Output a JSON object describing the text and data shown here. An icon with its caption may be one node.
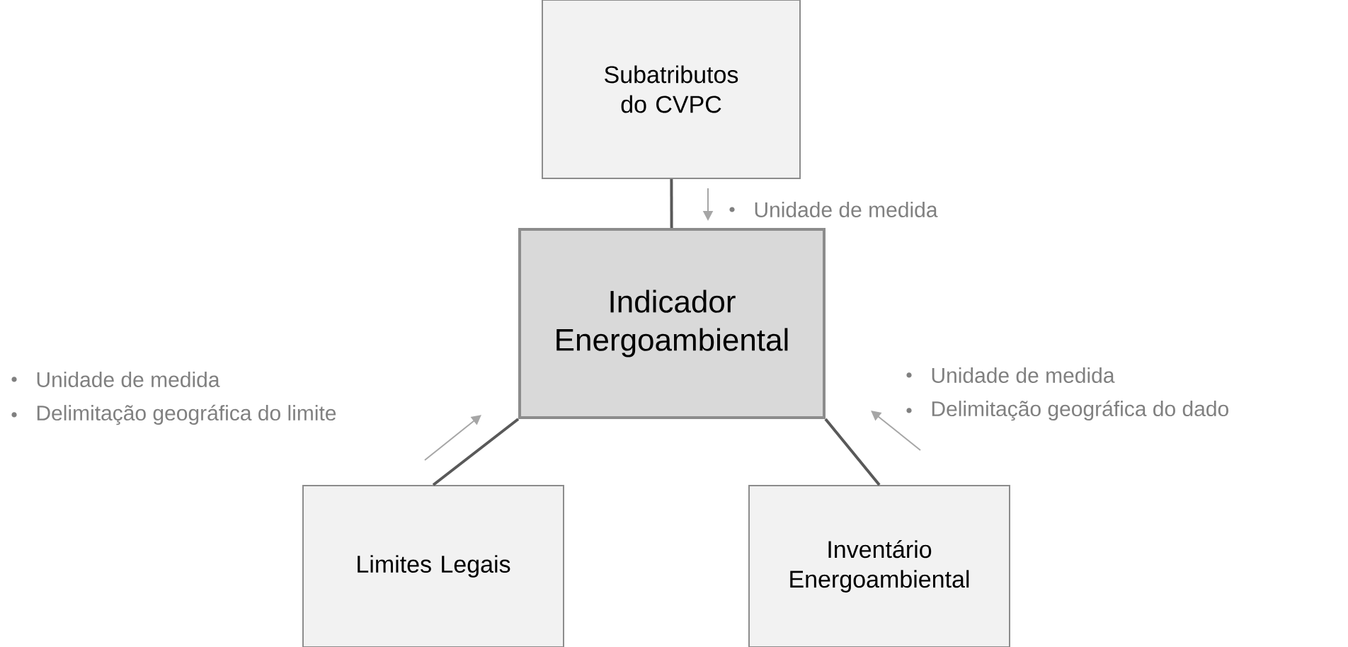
{
  "diagram": {
    "nodes": [
      {
        "text": [
          "Subatributos do CVPC"
        ]
      },
      {
        "text": [
          "Indicador Energoambiental"
        ]
      },
      {
        "text": [
          "Limites Legais"
        ]
      },
      {
        "text": [
          "Inventário Energoambiental"
        ]
      }
    ],
    "edges": [
      {
        "from": 0,
        "to": 1,
        "arrow": "none"
      },
      {
        "from": 1,
        "to": 2,
        "arrow": "none"
      },
      {
        "from": 1,
        "to": 3,
        "arrow": "none"
      }
    ],
    "labels": [
      "Unidade de medida",
      "Unidade de medida",
      "Delimitação geográfica do limite",
      "Unidade de medida",
      "Delimitação geográfica do dado"
    ]
  }
}
